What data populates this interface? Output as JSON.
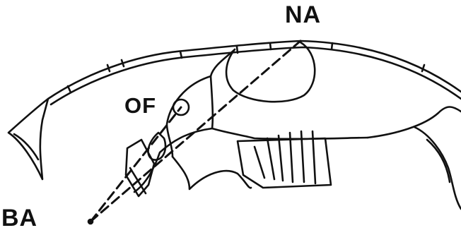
{
  "labels": {
    "na": "NA",
    "of": "OF",
    "ba": "BA"
  },
  "colors": {
    "ink": "#111111",
    "background": "#ffffff"
  }
}
